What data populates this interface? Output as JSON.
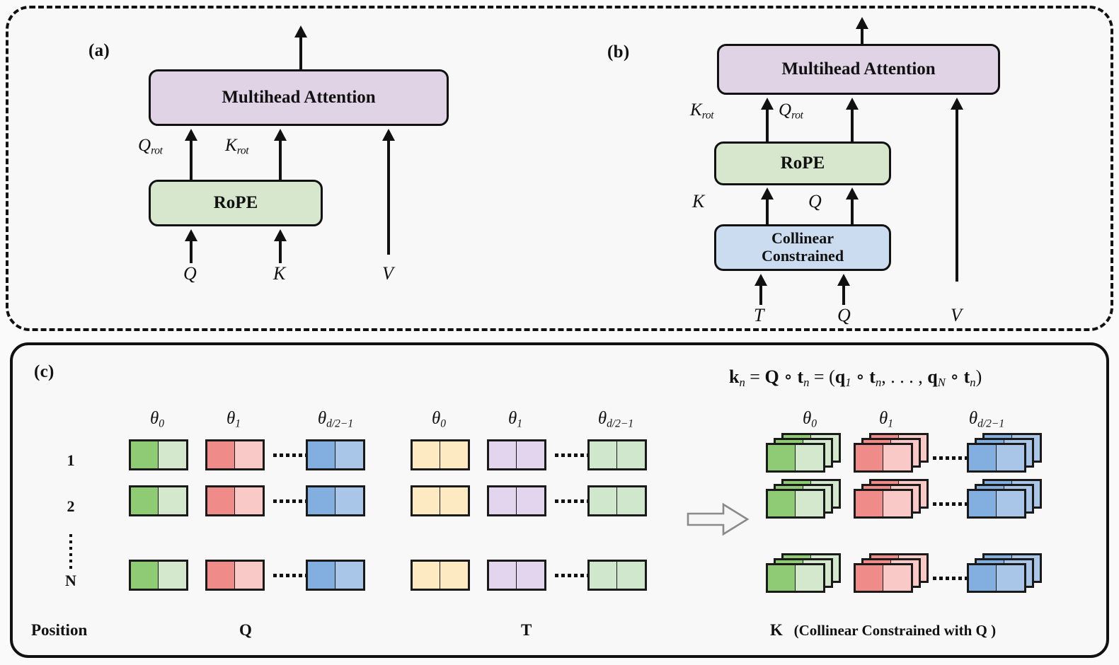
{
  "figure": {
    "panels": [
      {
        "tag": "(a)",
        "blocks": [
          {
            "name": "multihead-attention",
            "label": "Multihead Attention",
            "color": "#e0d3e6"
          },
          {
            "name": "rope",
            "label": "RoPE",
            "color": "#d7e7ce"
          }
        ],
        "edge_labels": [
          "Q_rot",
          "K_rot"
        ],
        "inputs": [
          "Q",
          "K",
          "V"
        ]
      },
      {
        "tag": "(b)",
        "blocks": [
          {
            "name": "multihead-attention",
            "label": "Multihead Attention",
            "color": "#e0d3e6"
          },
          {
            "name": "rope",
            "label": "RoPE",
            "color": "#d7e7ce"
          },
          {
            "name": "collinear-constrained",
            "label": "Collinear\nConstrained",
            "line1": "Collinear",
            "line2": "Constrained",
            "color": "#ccdcf0"
          }
        ],
        "edge_labels": [
          "K_rot",
          "Q_rot",
          "K",
          "Q"
        ],
        "inputs": [
          "T",
          "Q",
          "V"
        ]
      },
      {
        "tag": "(c)",
        "formula": "k_n = Q ∘ t_n = (q_1 ∘ t_n, …, q_N ∘ t_n)",
        "formula_parts": {
          "k": "k",
          "k_sub": "n",
          "eq1": "=",
          "Q": "Q",
          "circ1": "∘",
          "t": "t",
          "t_sub": "n",
          "eq2": "=",
          "open": "(",
          "q1": "q",
          "q1_sub": "1",
          "circ2": "∘",
          "t2": "t",
          "t2_sub": "n",
          "comma_dots": ", . . . ,",
          "qN": "q",
          "qN_sub": "N",
          "circ3": "∘",
          "t3": "t",
          "t3_sub": "n",
          "close": ")"
        },
        "theta_labels": [
          "θ",
          "0",
          "1",
          "d/2−1"
        ],
        "column_headers": [
          "θ_0",
          "θ_1",
          "θ_d/2−1"
        ],
        "row_labels": [
          "1",
          "2",
          "N"
        ],
        "row_ellipsis": "⋮",
        "bottom_labels": {
          "position": "Position",
          "q": "Q",
          "t": "T",
          "k": "K",
          "k_note": "(Collinear Constrained with Q )"
        },
        "matrices": [
          {
            "name": "Q",
            "rows": [
              "1",
              "2",
              "N"
            ],
            "columns": [
              {
                "theta": "θ_0",
                "dark": "#8fcb74",
                "light": "#d3e8cc"
              },
              {
                "theta": "θ_1",
                "dark": "#ef8b88",
                "light": "#f8c9c6"
              },
              {
                "theta": "θ_d/2−1",
                "dark": "#82aee0",
                "light": "#a9c6e9"
              }
            ]
          },
          {
            "name": "T",
            "rows": [
              "1",
              "2",
              "N"
            ],
            "columns": [
              {
                "theta": "θ_0",
                "dark": "#fdeac2",
                "light": "#fdeac2"
              },
              {
                "theta": "θ_1",
                "dark": "#e3d5ee",
                "light": "#e3d5ee"
              },
              {
                "theta": "θ_d/2−1",
                "dark": "#d0e6cd",
                "light": "#d0e6cd"
              }
            ]
          },
          {
            "name": "K",
            "stacked": true,
            "stack_depth": 3,
            "rows": [
              "1",
              "2",
              "N"
            ],
            "columns": [
              {
                "theta": "θ_0",
                "dark": "#8fcb74",
                "light": "#d3e8cc"
              },
              {
                "theta": "θ_1",
                "dark": "#ef8b88",
                "light": "#f8c9c6"
              },
              {
                "theta": "θ_d/2−1",
                "dark": "#82aee0",
                "light": "#a9c6e9"
              }
            ]
          }
        ],
        "transform_arrow": "right-arrow"
      }
    ]
  },
  "labels": {
    "a_tag": "(a)",
    "b_tag": "(b)",
    "c_tag": "(c)",
    "mha": "Multihead Attention",
    "rope": "RoPE",
    "cc_line1": "Collinear",
    "cc_line2": "Constrained",
    "Q": "Q",
    "K": "K",
    "V": "V",
    "T": "T",
    "rot": "rot",
    "theta": "θ",
    "sub0": "0",
    "sub1": "1",
    "subd": "d/2−1",
    "row1": "1",
    "row2": "2",
    "rowN": "N",
    "position": "Position",
    "bot_q": "Q",
    "bot_t": "T",
    "bot_k": "K",
    "bot_k_note": "(Collinear Constrained with Q )"
  },
  "colors": {
    "mha_fill": "#e0d3e6",
    "rope_fill": "#d7e7ce",
    "cc_fill": "#ccdcf0",
    "green_dark": "#8fcb74",
    "green_light": "#d3e8cc",
    "red_dark": "#ef8b88",
    "red_light": "#f8c9c6",
    "blue_dark": "#82aee0",
    "blue_light": "#a9c6e9",
    "yellow": "#fdeac2",
    "purple": "#e3d5ee",
    "mint": "#d0e6cd",
    "stroke": "#111111",
    "background": "#fafafa"
  }
}
